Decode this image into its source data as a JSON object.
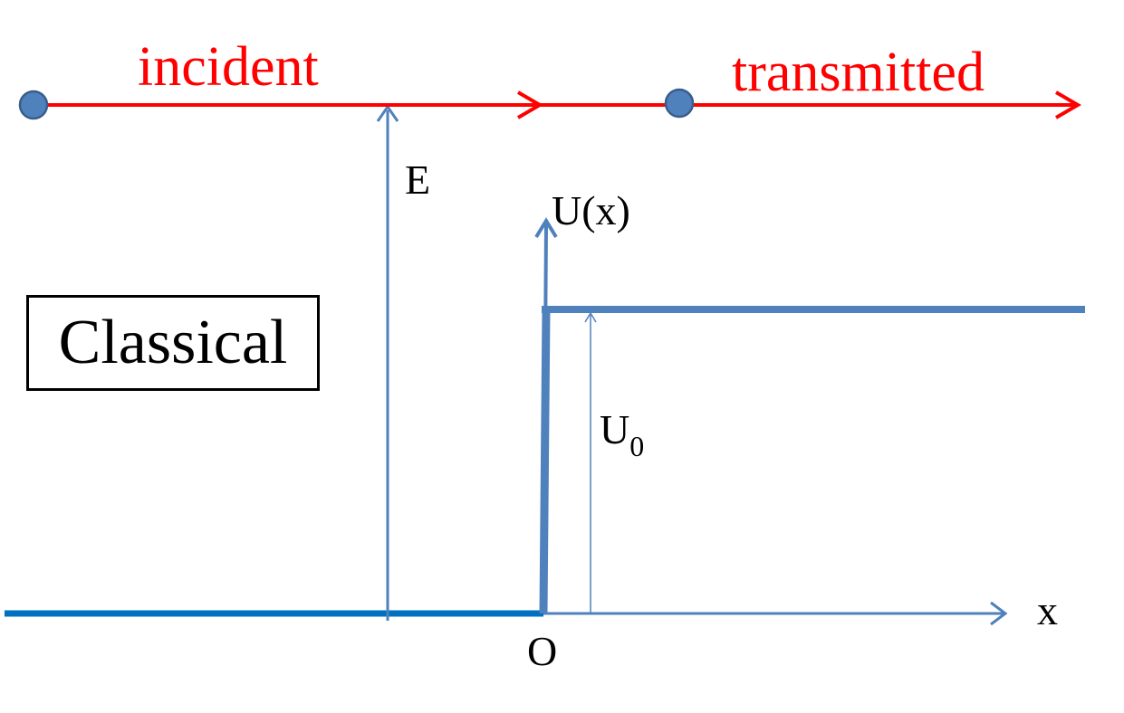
{
  "labels": {
    "incident": "incident",
    "transmitted": "transmitted",
    "energy": "E",
    "potential": "U(x)",
    "barrier_height_main": "U",
    "barrier_height_sub": "0",
    "x_axis": "x",
    "origin": "O",
    "regime": "Classical"
  },
  "colors": {
    "particle_path": "#ff0000",
    "axes": "#4f81bd",
    "particle_dot": "#4f81bd",
    "ground": "#0070c0",
    "text": "#000000"
  }
}
